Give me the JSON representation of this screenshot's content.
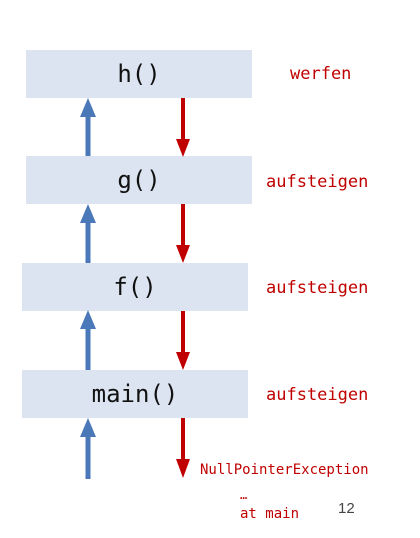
{
  "stack": {
    "frames": [
      {
        "label": "h()",
        "action": "werfen"
      },
      {
        "label": "g()",
        "action": "aufsteigen"
      },
      {
        "label": "f()",
        "action": "aufsteigen"
      },
      {
        "label": "main()",
        "action": "aufsteigen"
      }
    ]
  },
  "exception": {
    "name": "NullPointerException",
    "ellipsis": "…",
    "trace": "at main"
  },
  "slide": {
    "page_number": "12"
  },
  "colors": {
    "box": "#dbe4f0",
    "up_arrow": "#4a78b8",
    "down_arrow": "#c00000",
    "text_red": "#c00000"
  }
}
